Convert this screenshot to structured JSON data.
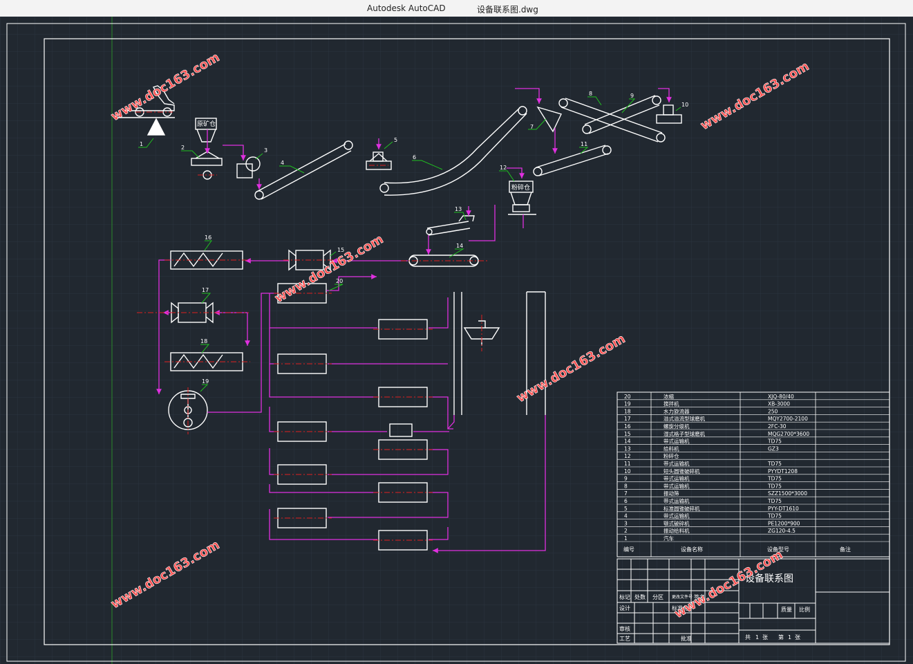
{
  "window": {
    "app_name": "Autodesk AutoCAD",
    "file_name": "设备联系图.dwg"
  },
  "watermark": "www.doc163.com",
  "colors": {
    "background": "#212830",
    "grid": "#2c3540",
    "outline": "#ffffff",
    "flow": "#e030e0",
    "leader": "#20c020",
    "centerline": "#e02020"
  },
  "drawing": {
    "labels": {
      "raw_bin": "原矿仓",
      "fine_bin": "粉碎仓"
    },
    "numbers": [
      "1",
      "2",
      "3",
      "4",
      "5",
      "6",
      "7",
      "8",
      "9",
      "10",
      "11",
      "12",
      "13",
      "14",
      "15",
      "16",
      "17",
      "18",
      "19",
      "20"
    ]
  },
  "parts_list": {
    "rows": [
      {
        "no": "20",
        "name": "浓缩",
        "model": "XJQ-80/40"
      },
      {
        "no": "19",
        "name": "搅拌机",
        "model": "XB-3000"
      },
      {
        "no": "18",
        "name": "水力旋流器",
        "model": "250"
      },
      {
        "no": "17",
        "name": "溢式溢流型球磨机",
        "model": "MQY2700-2100"
      },
      {
        "no": "16",
        "name": "螺旋分级机",
        "model": "2FC-30"
      },
      {
        "no": "15",
        "name": "湿式格子型球磨机",
        "model": "MQG2700*3600"
      },
      {
        "no": "14",
        "name": "带式运输机",
        "model": "TD75"
      },
      {
        "no": "13",
        "name": "给料机",
        "model": "GZ3"
      },
      {
        "no": "12",
        "name": "粉碎仓",
        "model": ""
      },
      {
        "no": "11",
        "name": "带式运输机",
        "model": "TD75"
      },
      {
        "no": "10",
        "name": "短头圆锥破碎机",
        "model": "PYYDT1208"
      },
      {
        "no": "9",
        "name": "带式运输机",
        "model": "TD75"
      },
      {
        "no": "8",
        "name": "带式运输机",
        "model": "TD75"
      },
      {
        "no": "7",
        "name": "振动筛",
        "model": "SZZ1500*3000"
      },
      {
        "no": "6",
        "name": "带式运输机",
        "model": "TD75"
      },
      {
        "no": "5",
        "name": "标准圆锥破碎机",
        "model": "PYY-DT1610"
      },
      {
        "no": "4",
        "name": "带式运输机",
        "model": "TD75"
      },
      {
        "no": "3",
        "name": "颚式破碎机",
        "model": "PE1200*900"
      },
      {
        "no": "2",
        "name": "振动给料机",
        "model": "ZG120-4.5"
      },
      {
        "no": "1",
        "name": "汽车",
        "model": ""
      }
    ],
    "header": {
      "no": "编号",
      "name": "设备名称",
      "model": "设备型号",
      "note": "备注"
    }
  },
  "title_block": {
    "drawing_title": "设备联系图",
    "mark": "标记",
    "count": "处数",
    "zone": "分区",
    "change_doc": "更改文件号",
    "signature": "签名",
    "design": "设计",
    "standard": "标准化",
    "review": "审核",
    "process": "工艺",
    "approve": "批准",
    "weight": "质量",
    "scale": "比例",
    "total": "共",
    "sheets1": "张",
    "page": "第",
    "sheets2": "张",
    "total_num": "1",
    "page_num": "1"
  }
}
